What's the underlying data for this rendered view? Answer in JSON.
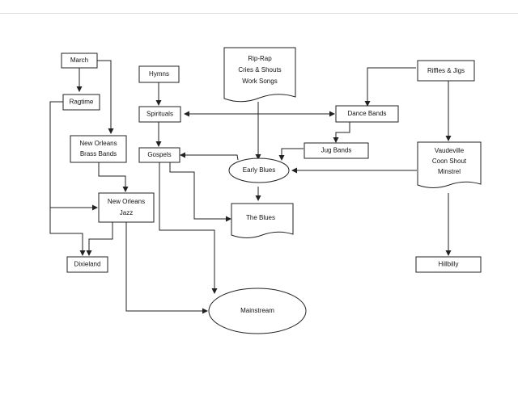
{
  "nodes": {
    "march": "March",
    "ragtime": "Ragtime",
    "hymns": "Hymns",
    "spirituals": "Spirituals",
    "gospels": "Gospels",
    "ripRap": [
      "Rip-Rap",
      "Cries & Shouts",
      "Work Songs"
    ],
    "rifflesJigs": "Riffles & Jigs",
    "danceBands": "Dance Bands",
    "jugBands": "Jug Bands",
    "earlyBlues": "Early Blues",
    "theBlues": "The Blues",
    "vaudeville": [
      "Vaudeville",
      "Coon Shout",
      "Minstrel"
    ],
    "noBrass": [
      "New Orleans",
      "Brass Bands"
    ],
    "noJazz": [
      "New Orleans",
      "Jazz"
    ],
    "dixieland": "Dixieland",
    "hillbilly": "Hillbilly",
    "mainstream": "Mainstream"
  }
}
